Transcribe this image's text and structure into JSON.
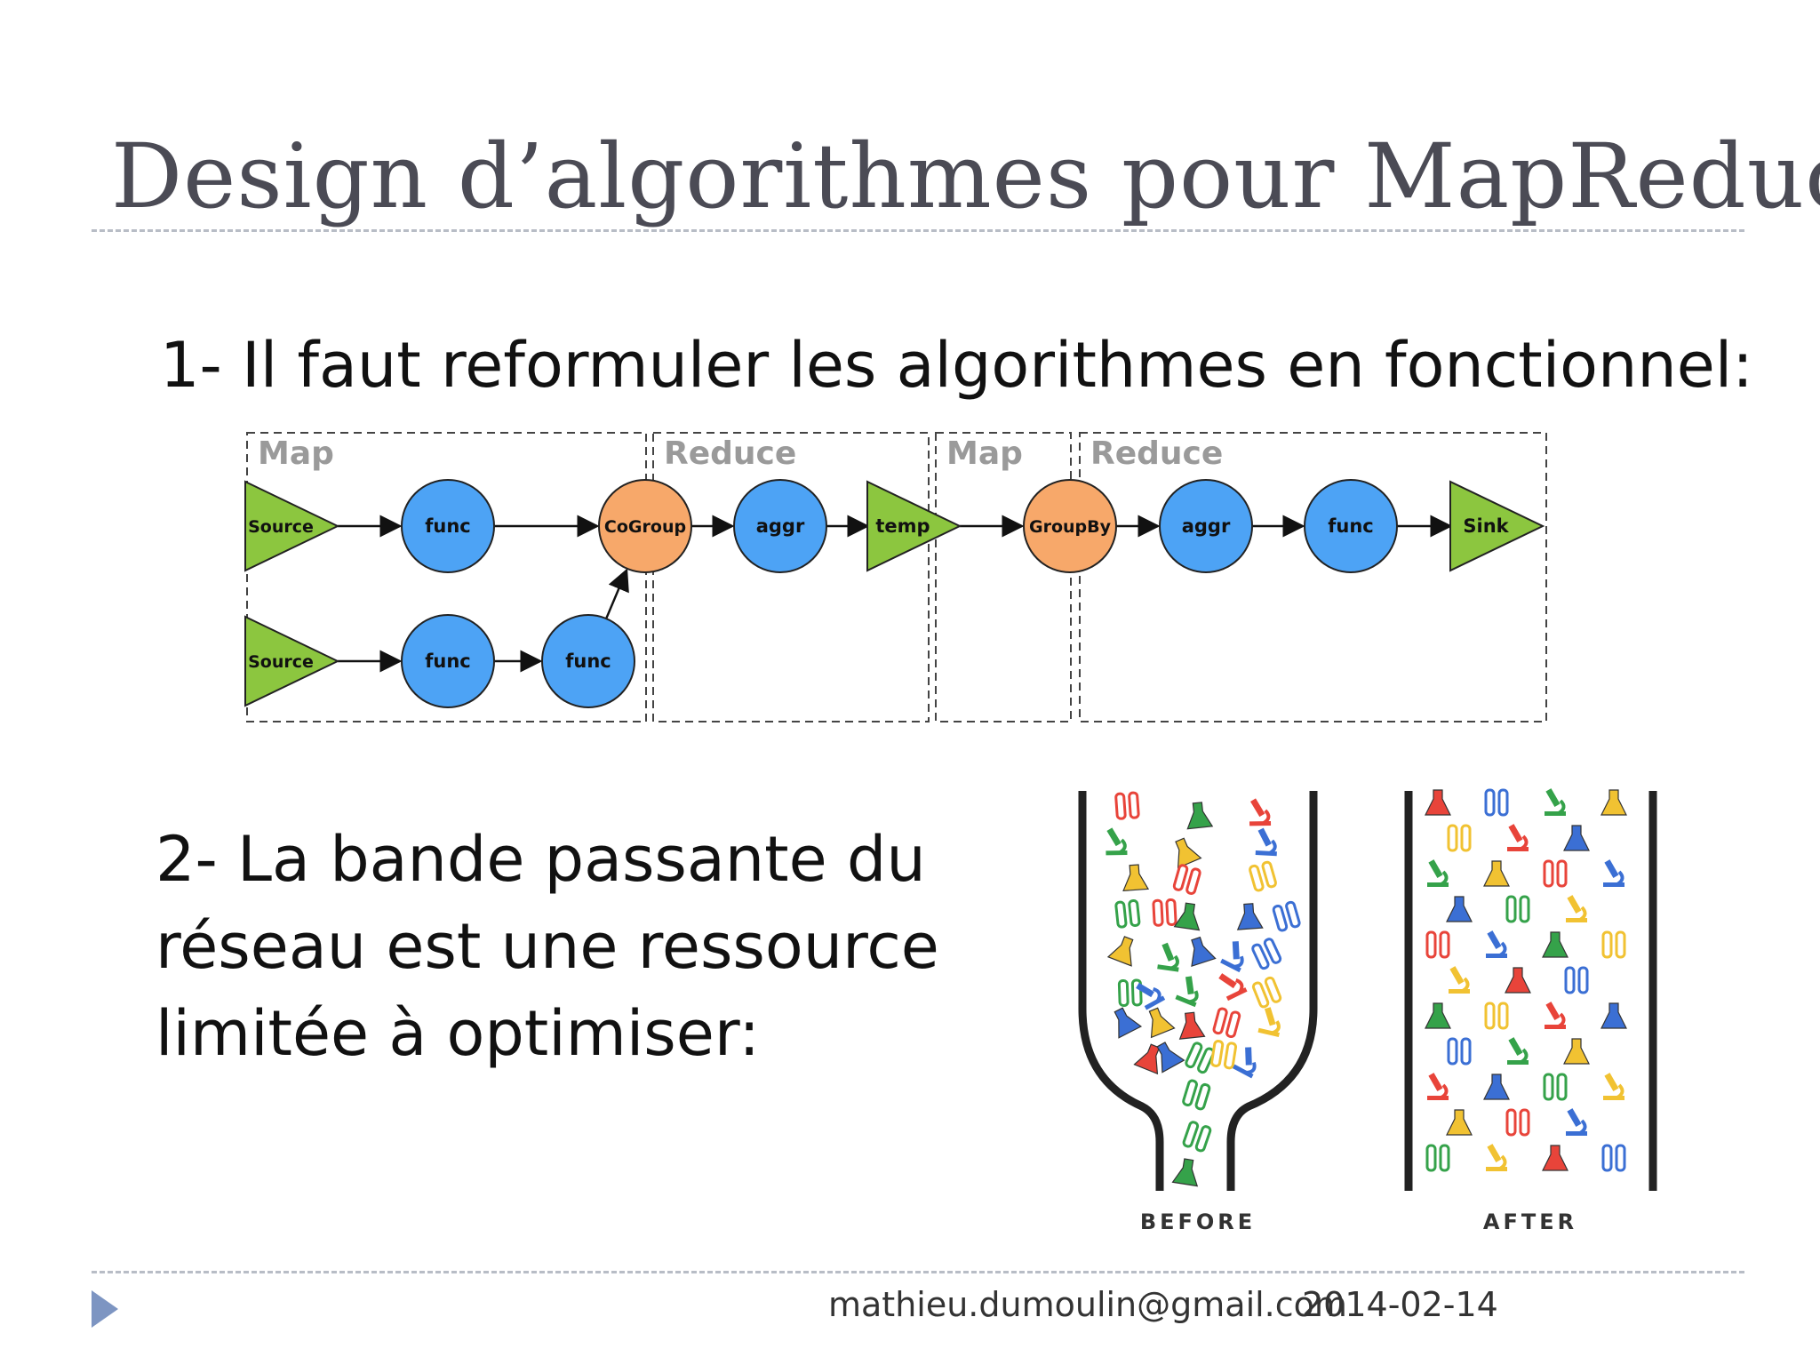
{
  "slide": {
    "title": "Design d’algorithmes pour MapReduce",
    "point1": "1- Il faut reformuler les algorithmes en fonctionnel:",
    "point2_lines": [
      "2- La bande passante du",
      "réseau est une ressource",
      "limitée à optimiser:"
    ],
    "footer": {
      "email": "mathieu.dumoulin@gmail.com",
      "date": "2014-02-14"
    }
  },
  "flow_diagram": {
    "phases": [
      "Map",
      "Reduce",
      "Map",
      "Reduce"
    ],
    "nodes": [
      {
        "id": "src1",
        "label": "Source",
        "shape": "triangle",
        "color": "#8cc63f"
      },
      {
        "id": "f1",
        "label": "func",
        "shape": "circle",
        "color": "#4da3f5"
      },
      {
        "id": "cg",
        "label": "CoGroup",
        "shape": "circle",
        "color": "#f7a86a"
      },
      {
        "id": "ag1",
        "label": "aggr",
        "shape": "circle",
        "color": "#4da3f5"
      },
      {
        "id": "tmp",
        "label": "temp",
        "shape": "triangle",
        "color": "#8cc63f"
      },
      {
        "id": "gb",
        "label": "GroupBy",
        "shape": "circle",
        "color": "#f7a86a"
      },
      {
        "id": "ag2",
        "label": "aggr",
        "shape": "circle",
        "color": "#4da3f5"
      },
      {
        "id": "f4",
        "label": "func",
        "shape": "circle",
        "color": "#4da3f5"
      },
      {
        "id": "snk",
        "label": "Sink",
        "shape": "triangle",
        "color": "#8cc63f"
      },
      {
        "id": "src2",
        "label": "Source",
        "shape": "triangle",
        "color": "#8cc63f"
      },
      {
        "id": "f2",
        "label": "func",
        "shape": "circle",
        "color": "#4da3f5"
      },
      {
        "id": "f3",
        "label": "func",
        "shape": "circle",
        "color": "#4da3f5"
      }
    ],
    "edges": [
      [
        "src1",
        "f1"
      ],
      [
        "f1",
        "cg"
      ],
      [
        "cg",
        "ag1"
      ],
      [
        "ag1",
        "tmp"
      ],
      [
        "tmp",
        "gb"
      ],
      [
        "gb",
        "ag2"
      ],
      [
        "ag2",
        "f4"
      ],
      [
        "f4",
        "snk"
      ],
      [
        "src2",
        "f2"
      ],
      [
        "f2",
        "f3"
      ],
      [
        "f3",
        "cg"
      ]
    ]
  },
  "bottleneck_illustration": {
    "labels": [
      "BEFORE",
      "AFTER"
    ],
    "item_colors": [
      "#e8443a",
      "#3b6fd4",
      "#35a24a",
      "#f1c232"
    ]
  }
}
